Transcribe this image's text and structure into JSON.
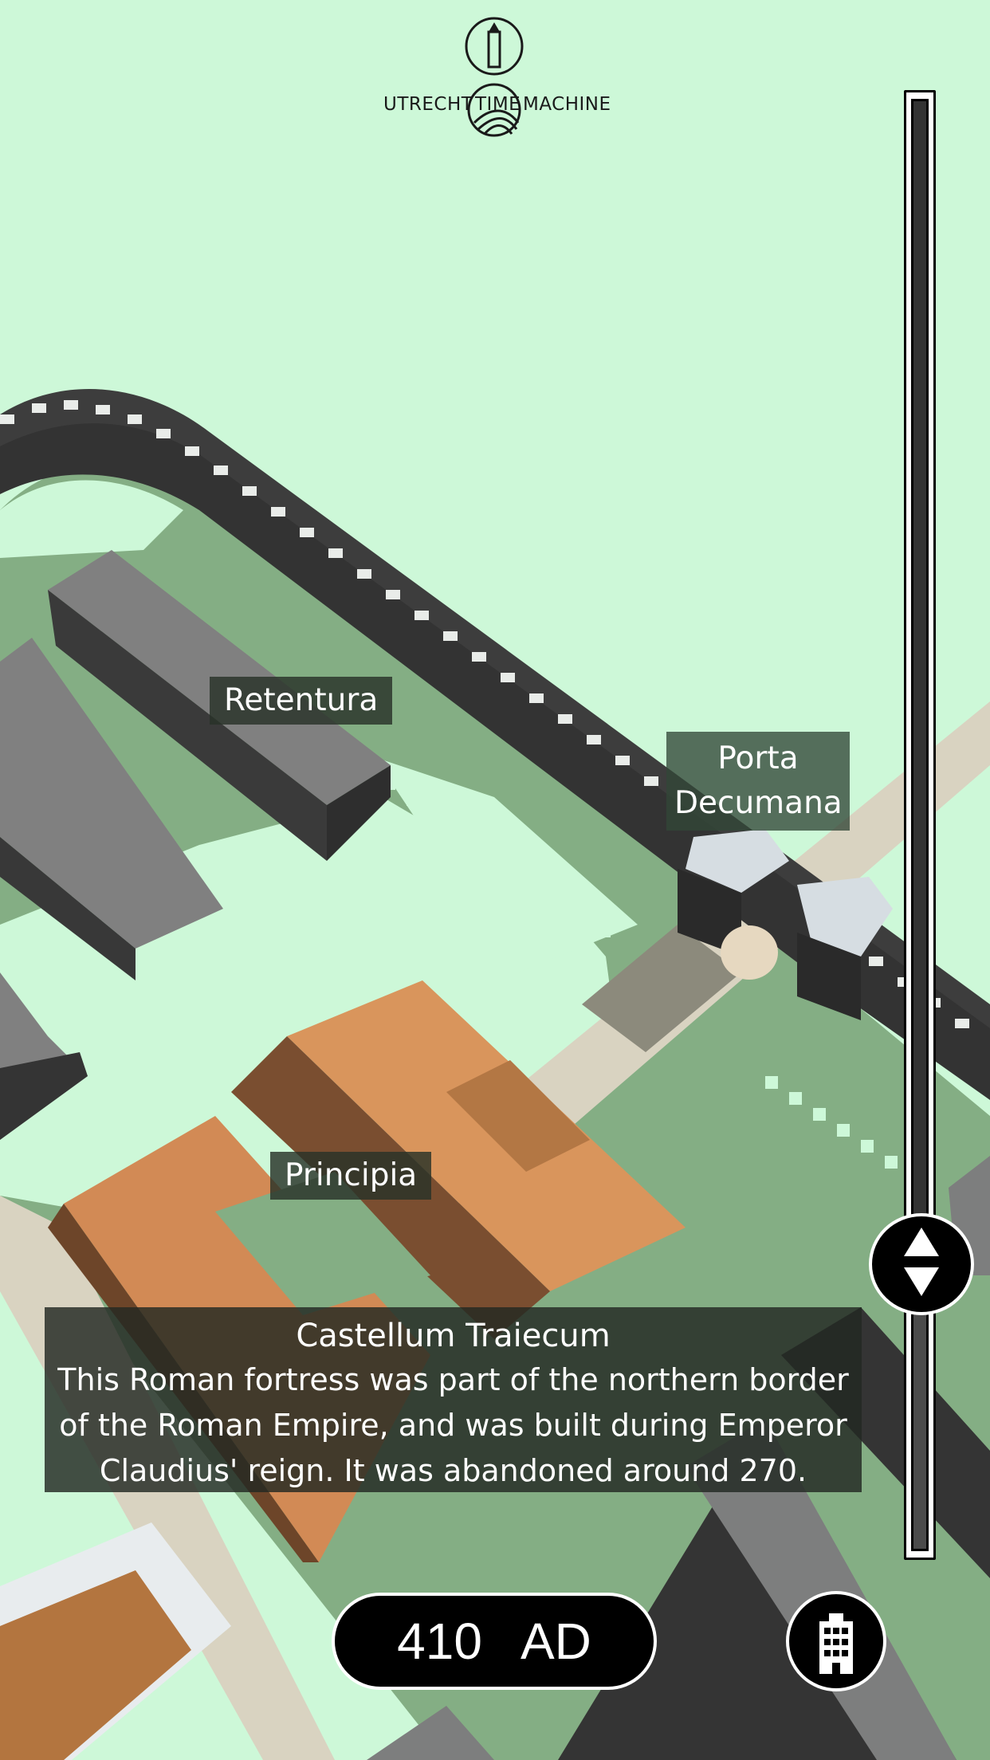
{
  "app": {
    "logo_text_left": "UTRECHT",
    "logo_text_mid": "TIME",
    "logo_text_right": "MACHINE"
  },
  "map": {
    "labels": {
      "retentura": "Retentura",
      "porta_line1": "Porta",
      "porta_line2": "Decumana",
      "principia": "Principia"
    },
    "colors": {
      "ground": "#cdf8d8",
      "courtyard": "#84ae84",
      "road": "#d9d3c1",
      "wall": "#333333",
      "roof_terracotta": "#d9955c",
      "roof_grey": "#7d7e7e"
    }
  },
  "info": {
    "title": "Castellum Traiecum",
    "body": "This Roman fortress was part of the northern border of the Roman Empire, and was built during Emperor Claudius' reign. It was abandoned around 270."
  },
  "timeline": {
    "year": "410",
    "era": "AD",
    "slider_position_fraction": 0.82
  },
  "controls": {
    "slider_handle_icon": "up-down-arrows-icon",
    "building_button_icon": "building-icon"
  }
}
